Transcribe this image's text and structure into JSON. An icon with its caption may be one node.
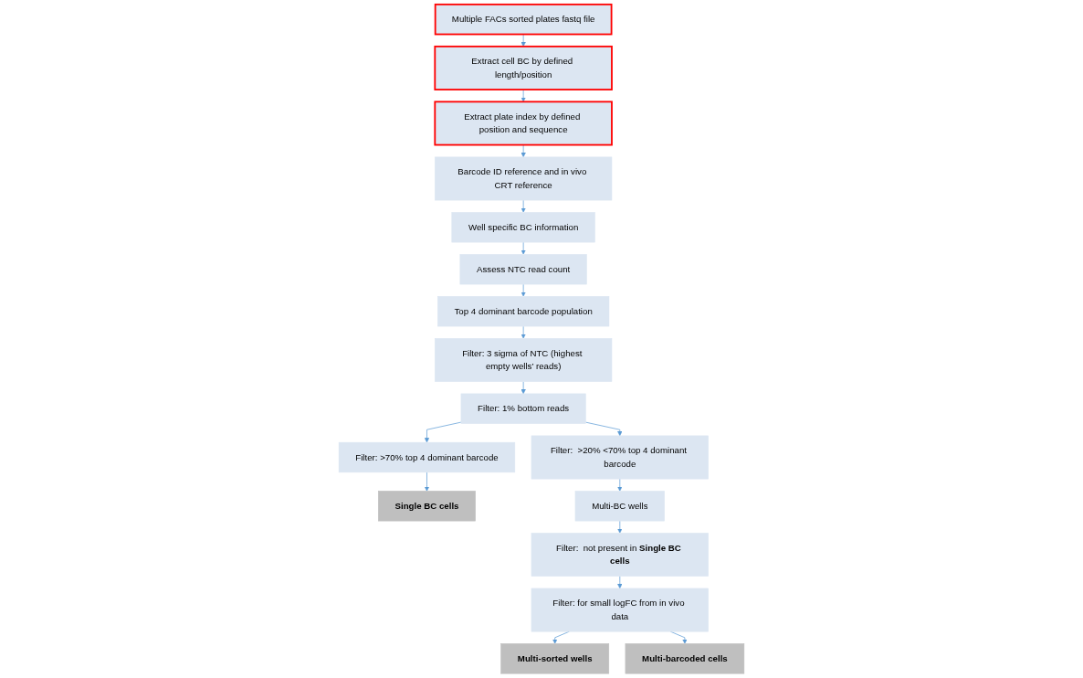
{
  "diagram": {
    "nodes": [
      {
        "text": [
          "Multiple FACs sorted plates fastq file"
        ]
      },
      {
        "text": [
          "Extract cell BC by defined length/position"
        ]
      },
      {
        "text": [
          "Extract plate index by defined position and sequence"
        ]
      },
      {
        "text": [
          "Barcode ID reference and in vivo CRT reference"
        ]
      },
      {
        "text": [
          "Well specific BC information"
        ]
      },
      {
        "text": [
          "Assess NTC read count"
        ]
      },
      {
        "text": [
          "Top 4 dominant barcode population"
        ]
      },
      {
        "text": [
          "Filter: 3 sigma of NTC (highest empty wells’ reads)"
        ]
      },
      {
        "text": [
          "Filter: 1% bottom reads"
        ]
      },
      {
        "text": [
          "Filter: >70% top 4 dominant barcode"
        ]
      },
      {
        "text": [
          "Filter:  >20% <70% top 4 dominant barcode"
        ]
      },
      {
        "text": [
          "Single BC cells"
        ]
      },
      {
        "text": [
          "Multi-BC wells"
        ]
      },
      {
        "text": [
          "Filter:  not present in **Single BC cells**"
        ]
      },
      {
        "text": [
          "Filter: for small logFC from in vivo data"
        ]
      },
      {
        "text": [
          "Multi-sorted wells"
        ]
      },
      {
        "text": [
          "Multi-barcoded cells"
        ]
      }
    ],
    "edges": [
      {
        "from": 0,
        "to": 1,
        "arrow": "to"
      },
      {
        "from": 1,
        "to": 2,
        "arrow": "to"
      },
      {
        "from": 2,
        "to": 3,
        "arrow": "to"
      },
      {
        "from": 3,
        "to": 4,
        "arrow": "to"
      },
      {
        "from": 4,
        "to": 5,
        "arrow": "to"
      },
      {
        "from": 5,
        "to": 6,
        "arrow": "to"
      },
      {
        "from": 6,
        "to": 7,
        "arrow": "to"
      },
      {
        "from": 7,
        "to": 8,
        "arrow": "to"
      },
      {
        "from": 8,
        "to": 9,
        "arrow": "to"
      },
      {
        "from": 8,
        "to": 10,
        "arrow": "to"
      },
      {
        "from": 9,
        "to": 11,
        "arrow": "to"
      },
      {
        "from": 10,
        "to": 12,
        "arrow": "to"
      },
      {
        "from": 12,
        "to": 13,
        "arrow": "to"
      },
      {
        "from": 13,
        "to": 14,
        "arrow": "to"
      },
      {
        "from": 14,
        "to": 15,
        "arrow": "to"
      },
      {
        "from": 14,
        "to": 16,
        "arrow": "to"
      }
    ]
  }
}
